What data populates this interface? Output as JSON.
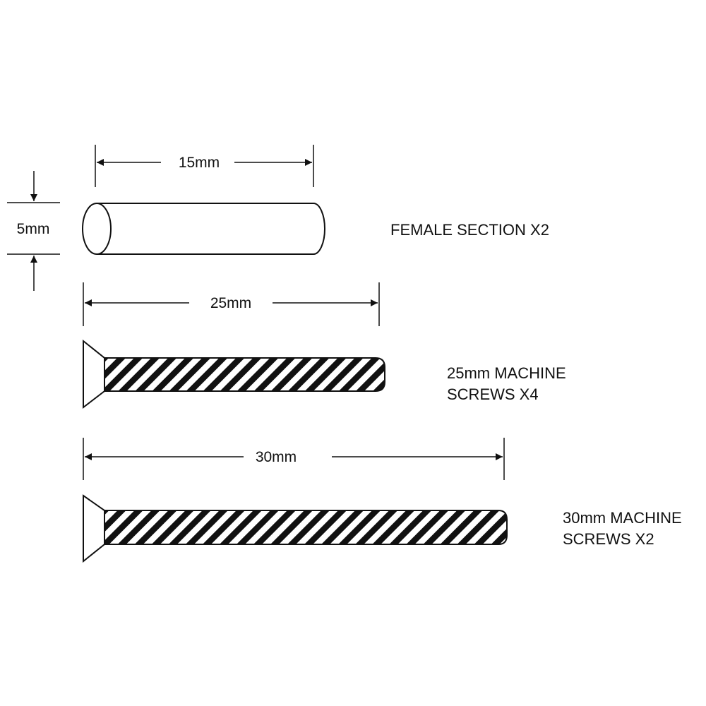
{
  "dimensions": {
    "female_length": "15mm",
    "female_diameter": "5mm",
    "screw_short_length": "25mm",
    "screw_long_length": "30mm"
  },
  "labels": {
    "female_section": "FEMALE SECTION X2",
    "screw_short_line1": "25mm MACHINE",
    "screw_short_line2": "SCREWS X4",
    "screw_long_line1": "30mm MACHINE",
    "screw_long_line2": "SCREWS X2"
  },
  "colors": {
    "line": "#111111",
    "background": "#ffffff"
  }
}
